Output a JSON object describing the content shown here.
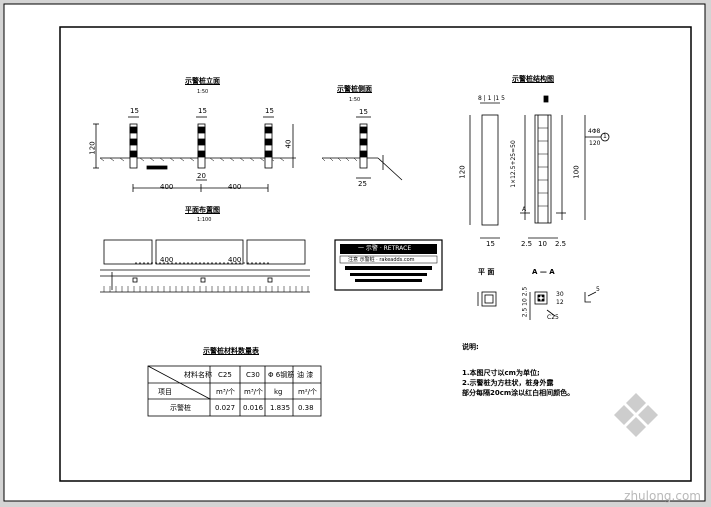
{
  "titles": {
    "elevation": "示警桩立面",
    "elevation_scale": "1:50",
    "side": "示警桩侧面",
    "side_scale": "1:50",
    "plan": "平面布置图",
    "plan_scale": "1:100",
    "structure": "示警桩结构图",
    "top_view": "平 面",
    "section": "A — A",
    "table": "示警桩材料数量表",
    "notes": "说明:"
  },
  "dims": {
    "post_w": "15",
    "post_h": "120",
    "embed": "40",
    "spacing1": "400",
    "spacing2": "400",
    "mid": "20",
    "side_post": "15",
    "side_embed": "25",
    "plan_spacing1": "400",
    "plan_spacing2": "400",
    "top_width": "8 | 1 |1 5",
    "struct_h": "120",
    "bars": "1×12.5+25=50",
    "right_h": "100",
    "bot_left": "2.5",
    "bot_mid": "10",
    "bot_right": "2.5",
    "bot_total": "15",
    "rebar_label": "4Φ8",
    "rebar_len": "120",
    "circle": "1",
    "A_mark": "A",
    "sec_dims": "2.5 10 2.5",
    "c25": "C25",
    "hook": "5",
    "dim_30": "30",
    "dim_12": "12"
  },
  "sign": {
    "line1": "一 示警 · RETRACE",
    "line2": "注意 示警桩 · rakeadds.com"
  },
  "table": {
    "corner_top": "材料名称",
    "corner_bottom": "项目",
    "headers": [
      "C25",
      "C30",
      "Φ 6钢筋",
      "油 漆"
    ],
    "units": [
      "m³/个",
      "m³/个",
      "kg",
      "m²/个"
    ],
    "row_label": "示警桩",
    "row": [
      "0.027",
      "0.016",
      "1.835",
      "0.38"
    ]
  },
  "notes": [
    "1.本图尺寸以cm为单位;",
    "2.示警桩为方柱状，桩身外露",
    "  部分每隔20cm涂以红白相间颜色。"
  ],
  "watermark": "zhulong.com"
}
